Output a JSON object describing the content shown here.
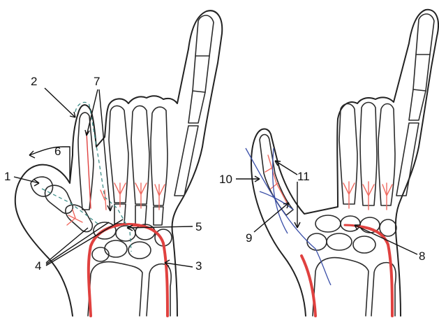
{
  "colors": {
    "artery": "#e0413f",
    "artery_fine": "#f06a60",
    "vein": "#3a4fa8",
    "flap_dash": "#3f8f8a",
    "outline": "#222222"
  },
  "labels": {
    "n1": "1",
    "n2": "2",
    "n3": "3",
    "n4": "4",
    "n5": "5",
    "n6": "6",
    "n7": "7",
    "n8": "8",
    "n9": "9",
    "n10": "10",
    "n11": "11"
  }
}
